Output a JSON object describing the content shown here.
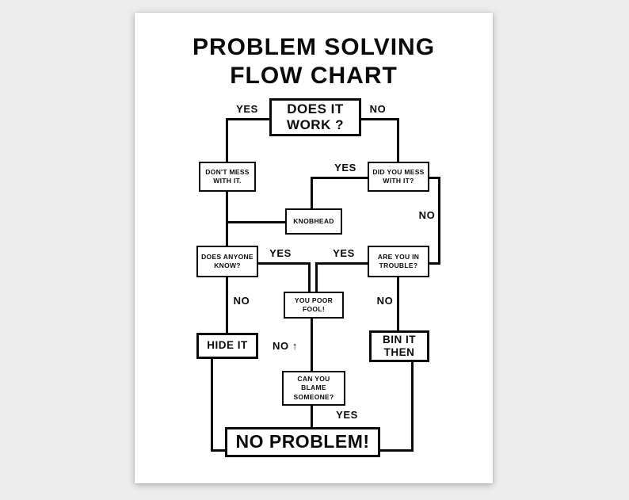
{
  "poster": {
    "title_line1": "PROBLEM SOLVING",
    "title_line2": "FLOW CHART"
  },
  "colors": {
    "ink": "#0a0a0a",
    "paper": "#ffffff",
    "backdrop": "#ececec"
  },
  "flow": {
    "nodes": {
      "does_it_work": "DOES IT\nWORK ?",
      "dont_mess": "DON'T MESS\nWITH IT.",
      "did_you_mess": "DID YOU MESS\nWITH IT?",
      "knobhead": "KNOBHEAD",
      "does_anyone_know": "DOES ANYONE\nKNOW?",
      "are_you_in_trouble": "ARE YOU IN\nTROUBLE?",
      "you_poor_fool": "YOU POOR\nFOOL!",
      "hide_it": "HIDE IT",
      "bin_it_then": "BIN IT\nTHEN",
      "can_you_blame": "CAN YOU\nBLAME\nSOMEONE?",
      "no_problem": "NO PROBLEM!"
    },
    "labels": {
      "yes_top": "YES",
      "no_top": "NO",
      "yes_mess": "YES",
      "no_mess": "NO",
      "yes_know": "YES",
      "yes_trouble": "YES",
      "no_know": "NO",
      "no_trouble": "NO",
      "no_loop": "NO ↑",
      "yes_blame": "YES"
    }
  }
}
